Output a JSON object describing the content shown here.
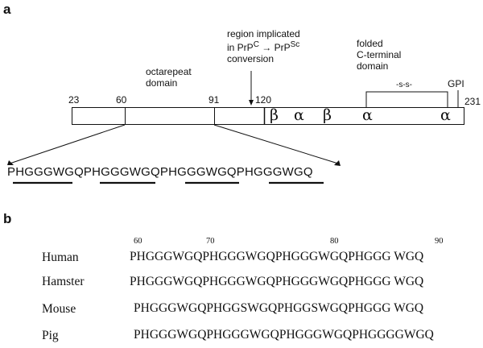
{
  "panel_a": {
    "label": "a",
    "region_label": [
      "region implicated",
      "in PrPC → PrPSc",
      "conversion"
    ],
    "region_rich": {
      "line2_prefix": "in PrP",
      "line2_sup1": "C",
      "line2_arrow": " → PrP",
      "line2_sup2": "Sc"
    },
    "octarepeat_label": [
      "octarepeat",
      "domain"
    ],
    "folded_label": [
      "folded",
      "C-terminal",
      "domain"
    ],
    "disulfide_label": "-s-s-",
    "gpi_label": "GPI",
    "positions": [
      "23",
      "60",
      "91",
      "120",
      "231"
    ],
    "secondary_structure": [
      "β",
      "α",
      "β",
      "α",
      "α"
    ],
    "octarepeat_sequence": "PHGGGWGQPHGGGWGQPHGGGWGQPHGGGWGQ"
  },
  "panel_b": {
    "label": "b",
    "position_ticks": [
      "60",
      "70",
      "80",
      "90"
    ],
    "species": [
      {
        "name": "Human",
        "sequence": "PHGGGWGQPHGGGWGQPHGGGWGQPHGGG WGQ"
      },
      {
        "name": "Hamster",
        "sequence": "PHGGGWGQPHGGGWGQPHGGGWGQPHGGG WGQ"
      },
      {
        "name": "Mouse",
        "sequence": "PHGGGWGQPHGGSWGQPHGGSWGQPHGGG WGQ"
      },
      {
        "name": "Pig",
        "sequence": "PHGGGWGQPHGGGWGQPHGGGWGQPHGGGGWGQ"
      }
    ]
  }
}
